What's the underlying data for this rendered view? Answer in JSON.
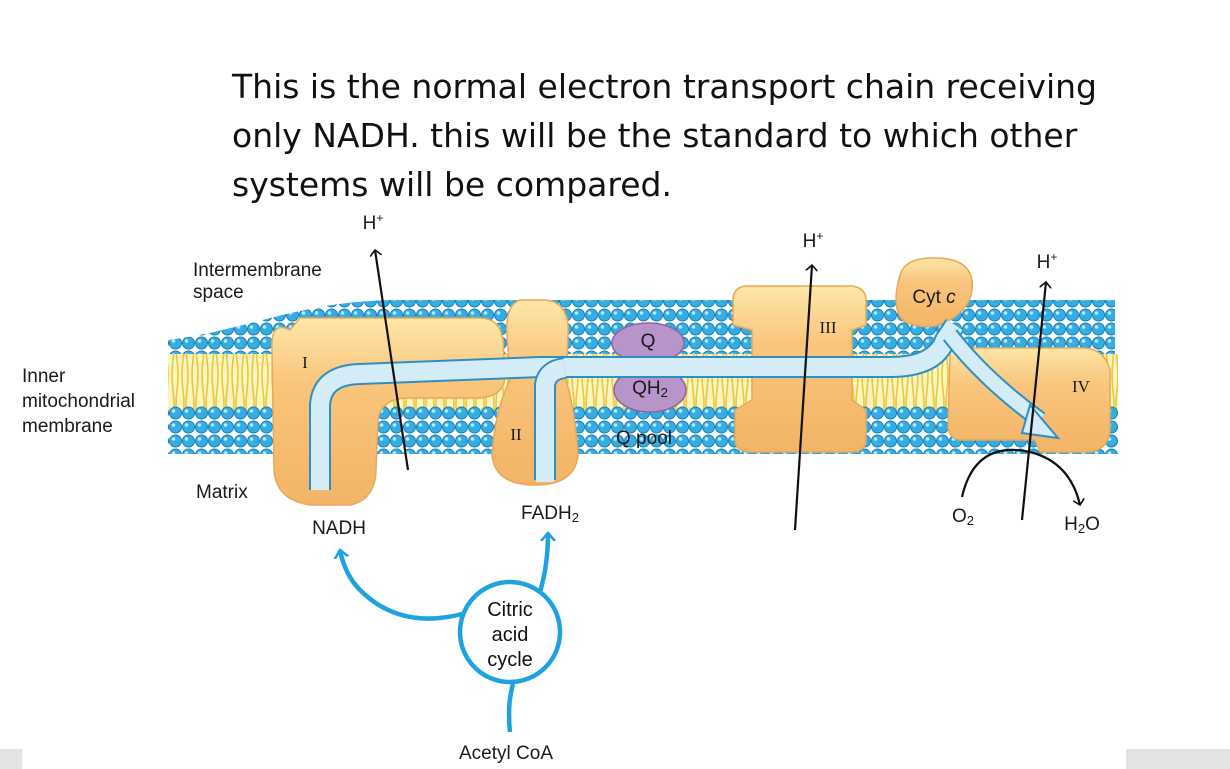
{
  "caption": {
    "line1": "This is the normal electron transport chain receiving",
    "line2": "only NADH. this will be the standard to which other",
    "line3": "systems will be compared."
  },
  "labels": {
    "intermembrane_1": "Intermembrane",
    "intermembrane_2": "space",
    "inner_1": "Inner",
    "inner_2": "mitochondrial",
    "inner_3": "membrane",
    "matrix": "Matrix",
    "nadh": "NADH",
    "fadh_base": "FADH",
    "fadh_sub": "2",
    "q": "Q",
    "qh_base": "QH",
    "qh_sub": "2",
    "q_pool": "Q pool",
    "cytc_base": "Cyt",
    "cytc_italic": "c",
    "o2_base": "O",
    "o2_sub": "2",
    "h2o_h": "H",
    "h2o_sub": "2",
    "h2o_o": "O",
    "h_base": "H",
    "h_sup": "+",
    "citric_1": "Citric",
    "citric_2": "acid",
    "citric_3": "cycle",
    "acetyl": "Acetyl CoA"
  },
  "complexes": {
    "c1": "I",
    "c2": "II",
    "c3": "III",
    "c4": "IV"
  },
  "colors": {
    "protein": "#f8c27a",
    "protein_top": "#fbe79a",
    "lipid_head": "#2aa6dd",
    "lipid_tail": "#e8d24c",
    "electron_path": "#cfe9f6",
    "electron_outline": "#2f8fc4",
    "quinone": "#b98fc8",
    "cycle_blue": "#1fa3e0"
  }
}
